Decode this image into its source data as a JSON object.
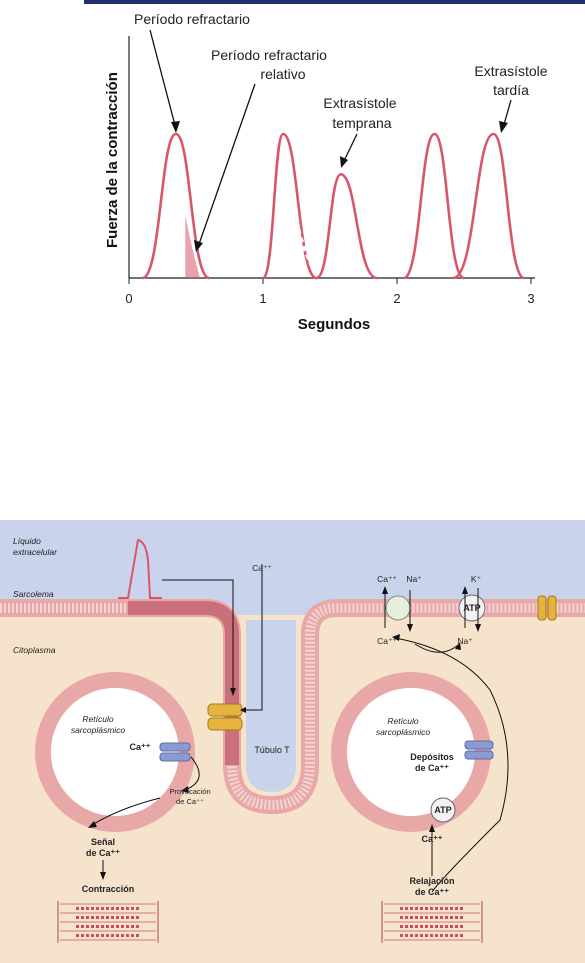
{
  "top_figure": {
    "ylabel": "Fuerza de la contracción",
    "xlabel": "Segundos",
    "x_ticks": [
      "0",
      "1",
      "2",
      "3"
    ],
    "annotations": {
      "refractory": "Período refractario",
      "relative_1": "Período refractario",
      "relative_2": "relativo",
      "early_1": "Extrasístole",
      "early_2": "temprana",
      "late_1": "Extrasístole",
      "late_2": "tardía"
    }
  },
  "chart_data": {
    "type": "line",
    "xlabel": "Segundos",
    "ylabel": "Fuerza de la contracción",
    "xlim": [
      0,
      3
    ],
    "x_ticks": [
      0,
      1,
      2,
      3
    ],
    "contractions": [
      {
        "start": 0.1,
        "peak": 0.35,
        "end": 0.6,
        "relative_height": 1.0
      },
      {
        "start": 1.0,
        "peak": 1.15,
        "end": 1.4,
        "relative_height": 1.0
      },
      {
        "start": 1.4,
        "peak": 1.58,
        "end": 1.85,
        "relative_height": 0.72
      },
      {
        "start": 2.05,
        "peak": 2.28,
        "end": 2.5,
        "relative_height": 1.0
      },
      {
        "start": 2.42,
        "peak": 2.72,
        "end": 2.95,
        "relative_height": 1.0
      }
    ]
  },
  "bottom_figure": {
    "extracellular": [
      "Líquido",
      "extracelular"
    ],
    "sarcolemma": "Sarcolema",
    "cytoplasm": "Citoplasma",
    "ca_top": "Ca⁺⁺",
    "reticulum_left": [
      "Retículo",
      "sarcoplásmico"
    ],
    "ca_left": "Ca⁺⁺",
    "release": [
      "Provocación",
      "de Ca⁺⁺"
    ],
    "signal": [
      "Señal",
      "de Ca⁺⁺"
    ],
    "contraction": "Contracción",
    "t_tubule": "Túbulo T",
    "reticulum_right": [
      "Retículo",
      "sarcoplásmico"
    ],
    "deposits": [
      "Depósitos",
      "de Ca⁺⁺"
    ],
    "atp": "ATP",
    "ca_under_atp": "Ca⁺⁺",
    "relaxation": [
      "Relajación",
      "de Ca⁺⁺"
    ],
    "exchanger_out": [
      "Ca⁺⁺",
      "Na⁺"
    ],
    "exchanger_in": [
      "Ca⁺⁺",
      "Na⁺"
    ],
    "pump_k": "K⁺",
    "colors": {
      "extracellular": "#c9d3ec",
      "cytoplasm": "#f6e3cc",
      "membrane": "#e9a8a8",
      "tubule_fill": "#c9d3ec",
      "channel": "#e6b43c",
      "ryr": "#8b9bd1",
      "curve": "#d9566a",
      "myofil": "#d44a5a"
    }
  }
}
